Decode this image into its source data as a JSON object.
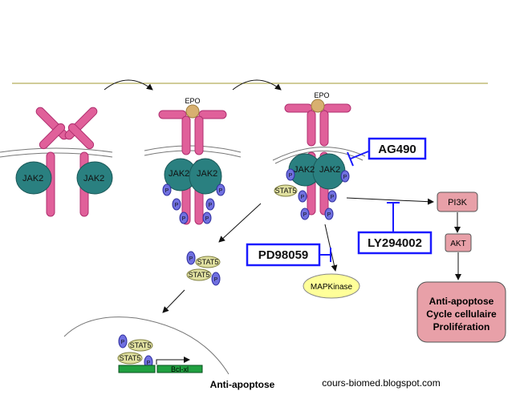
{
  "labels": {
    "epo": "EPO",
    "jak2": "JAK2",
    "stat5": "STAT5",
    "p": "P",
    "ag490": "AG490",
    "ly294002": "LY294002",
    "pd98059": "PD98059",
    "pi3k": "PI3K",
    "akt": "AKT",
    "mapkinase": "MAPKinase",
    "outcomes": [
      "Anti-apoptose",
      "Cycle cellulaire",
      "Prolifération"
    ],
    "bclxl": "Bcl-xl",
    "anti_apoptose": "Anti-apoptose",
    "footer": "cours-biomed.blogspot.com"
  },
  "colors": {
    "receptor": "#e0609a",
    "jak2": "#2a8080",
    "phosphate": "#7070e0",
    "stat5": "#e0e0a0",
    "inhibitor": "#1a1aff",
    "pi3k_box": "#e8a0a8",
    "mapkinase": "#ffff99",
    "dna": "#20a040"
  }
}
